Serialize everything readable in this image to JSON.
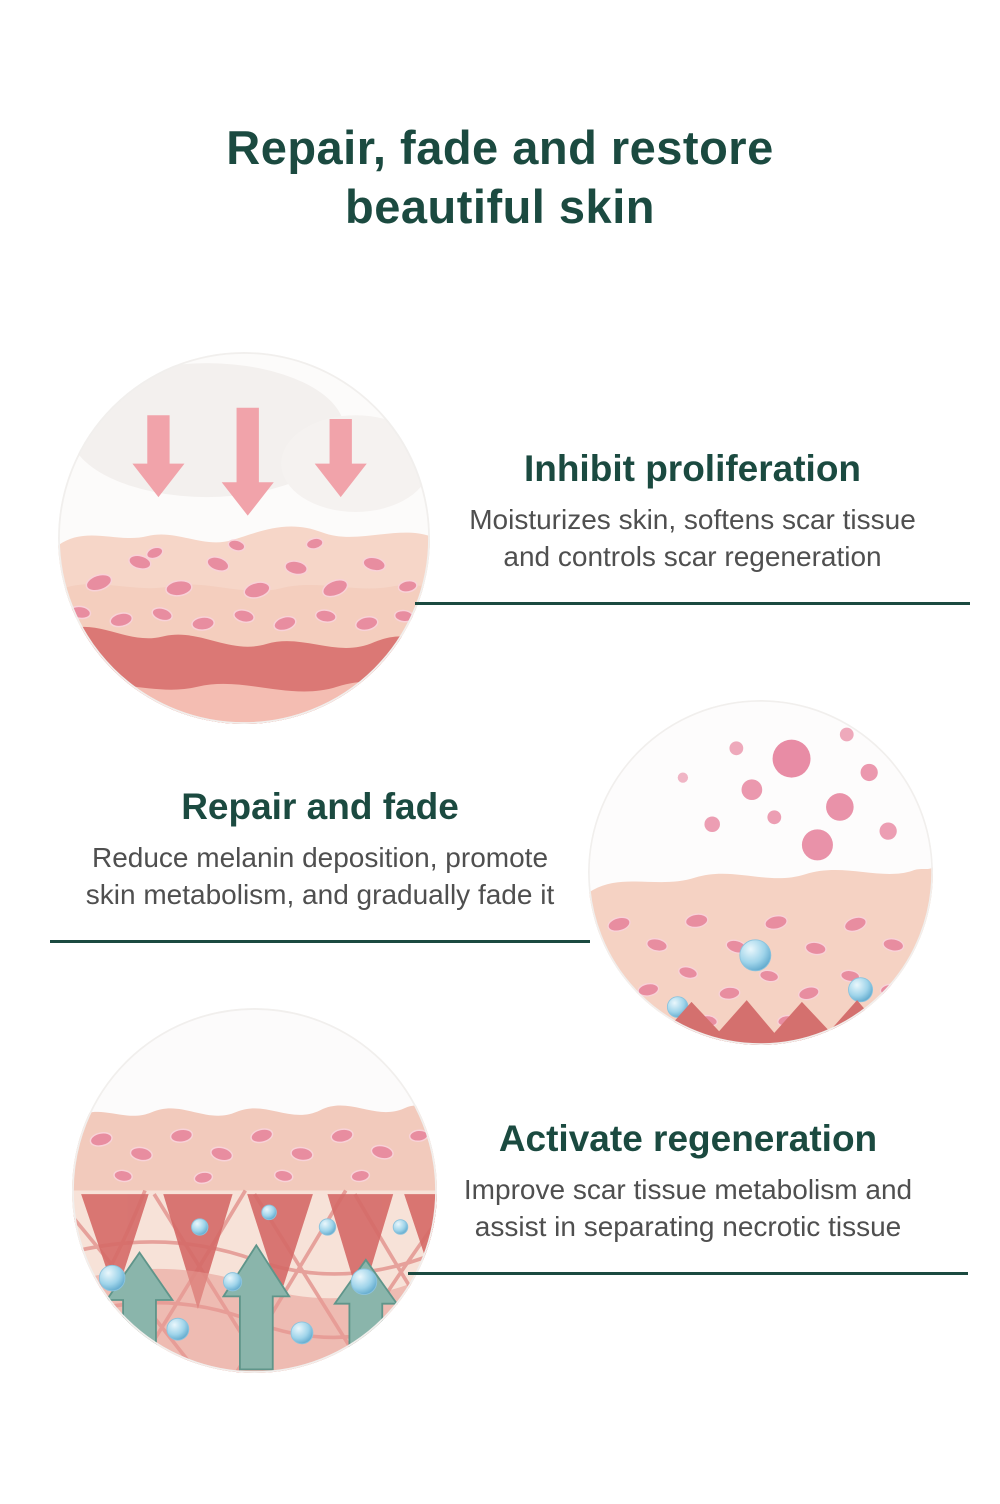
{
  "theme": {
    "accent_color": "#1b4a40",
    "body_text_color": "#4f4f4f",
    "skin_pink": "#f5d3c4",
    "cell_pink": "#e88da0",
    "deep_band_pink": "#db7875",
    "arrow_pink": "#f1a3aa",
    "arrow_teal": "#8ab5ab",
    "bubble_blue": "#9fd4ea"
  },
  "page": {
    "title_line1": "Repair, fade and restore",
    "title_line2": "beautiful skin",
    "sections": [
      {
        "heading": "Inhibit proliferation",
        "body": "Moisturizes skin, softens scar tissue and controls scar regeneration",
        "illustration": "skin-cross-section-arrows-pressing-down"
      },
      {
        "heading": "Repair and fade",
        "body": "Reduce melanin deposition, promote skin metabolism, and gradually fade it",
        "illustration": "skin-cross-section-melanin-cells-and-bubbles"
      },
      {
        "heading": "Activate regeneration",
        "body": "Improve scar tissue metabolism and assist in separating necrotic tissue",
        "illustration": "skin-cross-section-upward-arrows-and-bubbles"
      }
    ]
  }
}
